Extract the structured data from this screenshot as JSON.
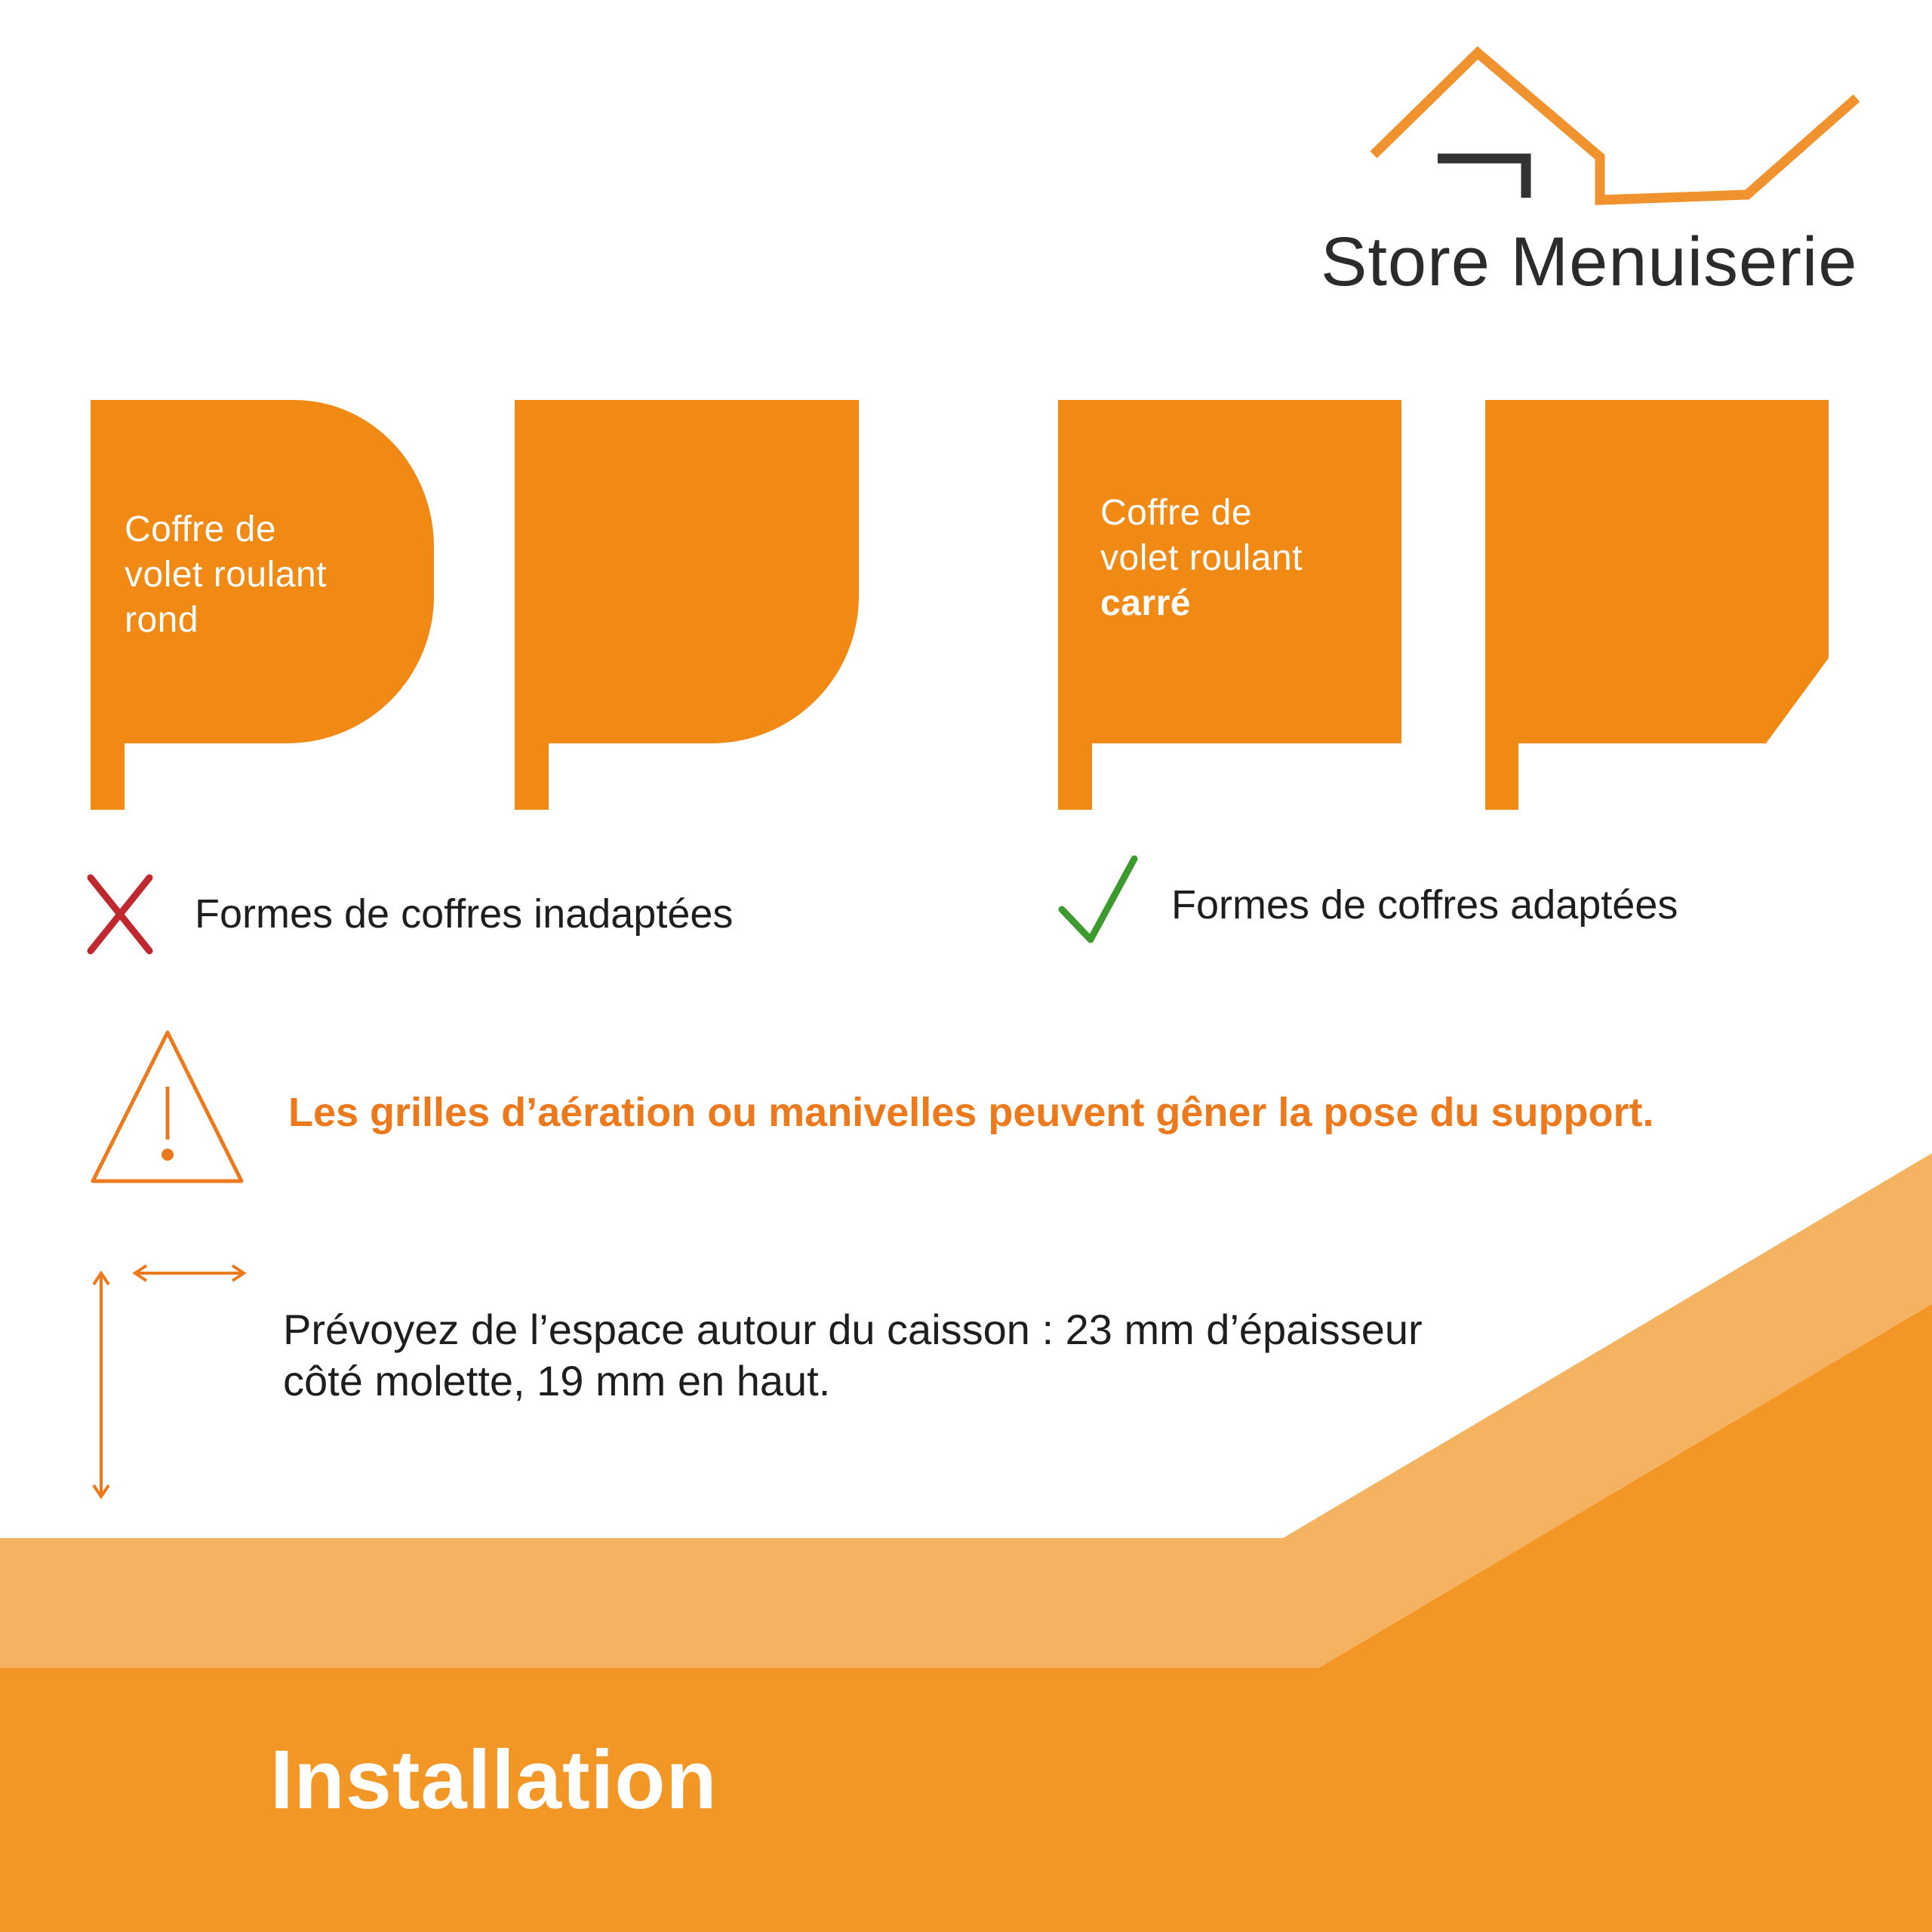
{
  "brand": {
    "name": "Store Menuiserie",
    "accent_color": "#f0932e",
    "dark_color": "#333333"
  },
  "shapes": {
    "fill_color": "#f08a14",
    "round_label_lines": [
      "Coffre de",
      "volet roulant",
      "rond"
    ],
    "square_label_lines": [
      "Coffre de",
      "volet roulant",
      "carré"
    ]
  },
  "legend": {
    "bad": {
      "icon": "cross-icon",
      "color": "#c0282f",
      "text": "Formes de coffres inadaptées"
    },
    "good": {
      "icon": "check-icon",
      "color": "#3c9a2e",
      "text": "Formes de coffres adaptées"
    }
  },
  "warning": {
    "icon": "warning-triangle-icon",
    "text": "Les grilles d’aération ou manivelles peuvent gêner la pose du support."
  },
  "spacing": {
    "icon": "dimension-arrows-icon",
    "lines": [
      "Prévoyez de l’espace autour du caisson : 23 mm d’épaisseur",
      "côté molette, 19 mm en haut."
    ]
  },
  "footer": {
    "title": "Installation",
    "light_color": "#f5b362",
    "dark_color": "#f29626"
  }
}
